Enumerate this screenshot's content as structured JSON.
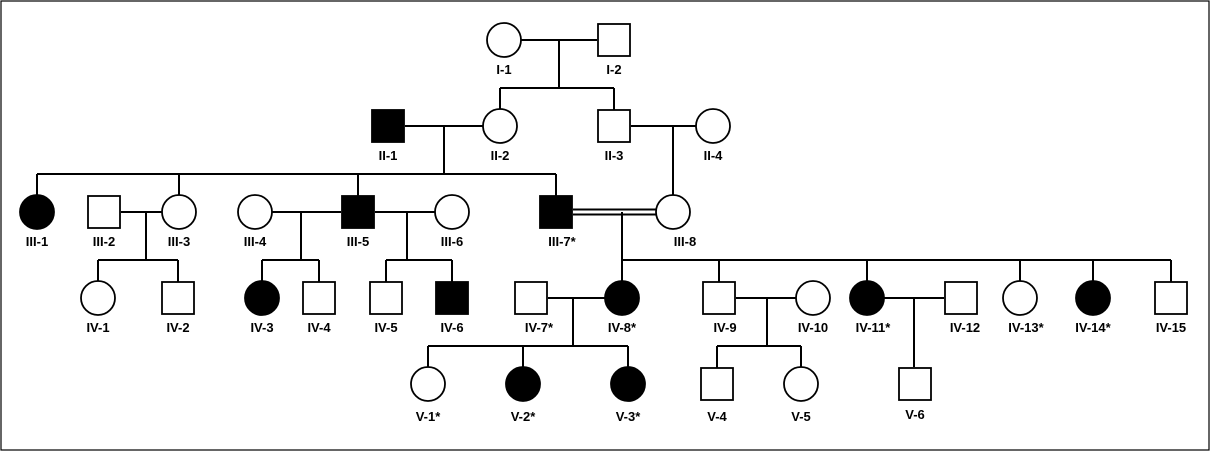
{
  "colors": {
    "affected": "#000000",
    "unaffected": "#ffffff",
    "stroke": "#000000"
  },
  "individuals": [
    {
      "id": "I-1",
      "label": "I-1",
      "sex": "female",
      "affected": false
    },
    {
      "id": "I-2",
      "label": "I-2",
      "sex": "male",
      "affected": false
    },
    {
      "id": "II-1",
      "label": "II-1",
      "sex": "male",
      "affected": true
    },
    {
      "id": "II-2",
      "label": "II-2",
      "sex": "female",
      "affected": false
    },
    {
      "id": "II-3",
      "label": "II-3",
      "sex": "male",
      "affected": false
    },
    {
      "id": "II-4",
      "label": "II-4",
      "sex": "female",
      "affected": false
    },
    {
      "id": "III-1",
      "label": "III-1",
      "sex": "female",
      "affected": true
    },
    {
      "id": "III-2",
      "label": "III-2",
      "sex": "male",
      "affected": false
    },
    {
      "id": "III-3",
      "label": "III-3",
      "sex": "female",
      "affected": false
    },
    {
      "id": "III-4",
      "label": "III-4",
      "sex": "female",
      "affected": false
    },
    {
      "id": "III-5",
      "label": "III-5",
      "sex": "male",
      "affected": true
    },
    {
      "id": "III-6",
      "label": "III-6",
      "sex": "female",
      "affected": false
    },
    {
      "id": "III-7",
      "label": "III-7*",
      "sex": "male",
      "affected": true
    },
    {
      "id": "III-8",
      "label": "III-8",
      "sex": "female",
      "affected": false
    },
    {
      "id": "IV-1",
      "label": "IV-1",
      "sex": "female",
      "affected": false
    },
    {
      "id": "IV-2",
      "label": "IV-2",
      "sex": "male",
      "affected": false
    },
    {
      "id": "IV-3",
      "label": "IV-3",
      "sex": "female",
      "affected": true
    },
    {
      "id": "IV-4",
      "label": "IV-4",
      "sex": "male",
      "affected": false
    },
    {
      "id": "IV-5",
      "label": "IV-5",
      "sex": "male",
      "affected": false
    },
    {
      "id": "IV-6",
      "label": "IV-6",
      "sex": "male",
      "affected": true
    },
    {
      "id": "IV-7",
      "label": "IV-7*",
      "sex": "male",
      "affected": false
    },
    {
      "id": "IV-8",
      "label": "IV-8*",
      "sex": "female",
      "affected": true
    },
    {
      "id": "IV-9",
      "label": "IV-9",
      "sex": "male",
      "affected": false
    },
    {
      "id": "IV-10",
      "label": "IV-10",
      "sex": "female",
      "affected": false
    },
    {
      "id": "IV-11",
      "label": "IV-11*",
      "sex": "female",
      "affected": true
    },
    {
      "id": "IV-12",
      "label": "IV-12",
      "sex": "male",
      "affected": false
    },
    {
      "id": "IV-13",
      "label": "IV-13*",
      "sex": "female",
      "affected": false
    },
    {
      "id": "IV-14",
      "label": "IV-14*",
      "sex": "female",
      "affected": true
    },
    {
      "id": "IV-15",
      "label": "IV-15",
      "sex": "male",
      "affected": false
    },
    {
      "id": "V-1",
      "label": "V-1*",
      "sex": "female",
      "affected": false
    },
    {
      "id": "V-2",
      "label": "V-2*",
      "sex": "female",
      "affected": true
    },
    {
      "id": "V-3",
      "label": "V-3*",
      "sex": "female",
      "affected": true
    },
    {
      "id": "V-4",
      "label": "V-4",
      "sex": "male",
      "affected": false
    },
    {
      "id": "V-5",
      "label": "V-5",
      "sex": "female",
      "affected": false
    },
    {
      "id": "V-6",
      "label": "V-6",
      "sex": "male",
      "affected": false
    }
  ],
  "unions": [
    {
      "partners": [
        "I-1",
        "I-2"
      ],
      "consanguineous": false,
      "children": [
        "II-2",
        "II-3"
      ]
    },
    {
      "partners": [
        "II-1",
        "II-2"
      ],
      "consanguineous": false,
      "children": [
        "III-1",
        "III-3",
        "III-5",
        "III-7"
      ]
    },
    {
      "partners": [
        "II-3",
        "II-4"
      ],
      "consanguineous": false,
      "children": [
        "III-8"
      ]
    },
    {
      "partners": [
        "III-2",
        "III-3"
      ],
      "consanguineous": false,
      "children": [
        "IV-1",
        "IV-2"
      ]
    },
    {
      "partners": [
        "III-4",
        "III-5"
      ],
      "consanguineous": false,
      "children": [
        "IV-3",
        "IV-4"
      ]
    },
    {
      "partners": [
        "III-5",
        "III-6"
      ],
      "consanguineous": false,
      "children": [
        "IV-5",
        "IV-6"
      ]
    },
    {
      "partners": [
        "III-7",
        "III-8"
      ],
      "consanguineous": true,
      "children": [
        "IV-8",
        "IV-9",
        "IV-11",
        "IV-13",
        "IV-14",
        "IV-15"
      ]
    },
    {
      "partners": [
        "IV-7",
        "IV-8"
      ],
      "consanguineous": false,
      "children": [
        "V-1",
        "V-2",
        "V-3"
      ]
    },
    {
      "partners": [
        "IV-9",
        "IV-10"
      ],
      "consanguineous": false,
      "children": [
        "V-4",
        "V-5"
      ]
    },
    {
      "partners": [
        "IV-11",
        "IV-12"
      ],
      "consanguineous": false,
      "children": [
        "V-6"
      ]
    }
  ]
}
